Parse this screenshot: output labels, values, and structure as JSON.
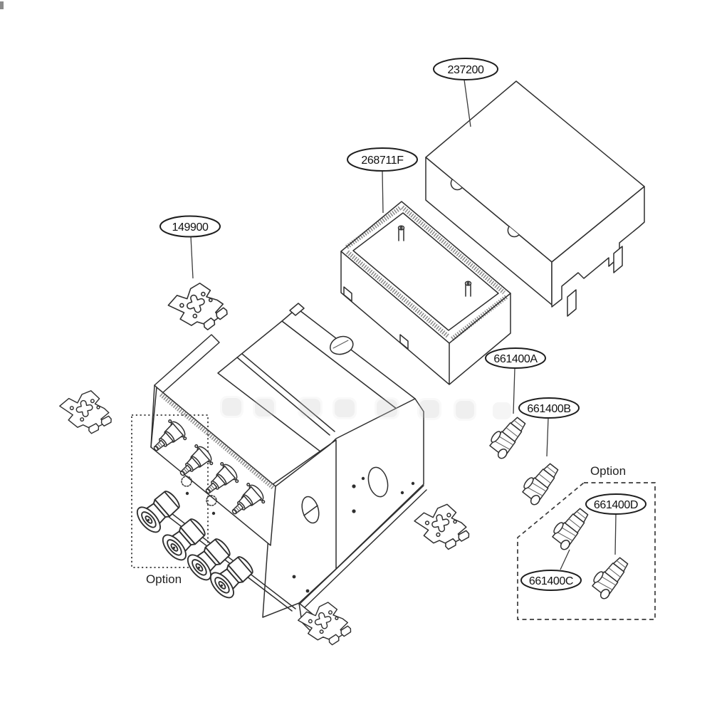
{
  "diagram": {
    "type": "exploded-parts-diagram",
    "background": "#ffffff",
    "line_color": "#2f2f2f",
    "part_labels": [
      {
        "id": "cover",
        "text": "237200"
      },
      {
        "id": "tray",
        "text": "268711F"
      },
      {
        "id": "bracket",
        "text": "149900"
      },
      {
        "id": "switch_a",
        "text": "661400A"
      },
      {
        "id": "switch_b",
        "text": "661400B"
      },
      {
        "id": "switch_c",
        "text": "661400C"
      },
      {
        "id": "switch_d",
        "text": "661400D"
      }
    ],
    "option_labels": {
      "left": "Option",
      "right": "Option"
    }
  }
}
